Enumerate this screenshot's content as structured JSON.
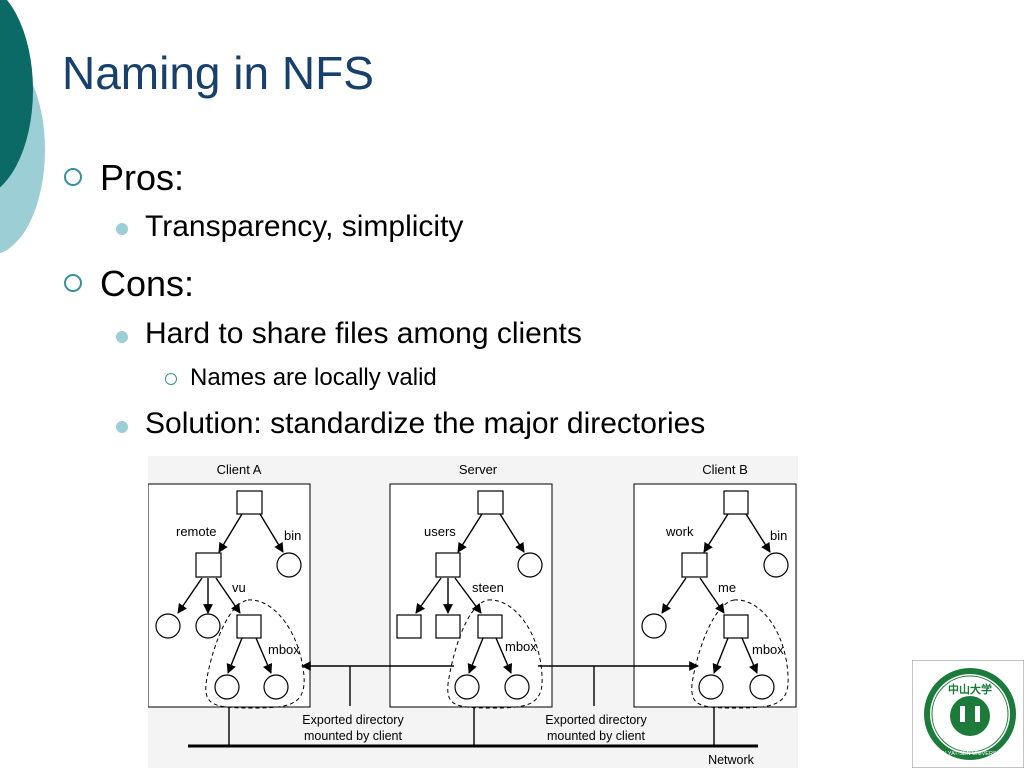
{
  "slide": {
    "title": "Naming in NFS",
    "bullets": {
      "pros": "Pros:",
      "pros_item": "Transparency, simplicity",
      "cons": "Cons:",
      "cons_item1": "Hard to share files among clients",
      "cons_item1_sub": "Names are locally valid",
      "cons_item2": "Solution: standardize the major directories"
    }
  },
  "diagram": {
    "client_a": "Client A",
    "server": "Server",
    "client_b": "Client B",
    "labels": {
      "a_remote": "remote",
      "a_bin": "bin",
      "a_vu": "vu",
      "a_mbox": "mbox",
      "s_users": "users",
      "s_steen": "steen",
      "s_mbox": "mbox",
      "b_work": "work",
      "b_bin": "bin",
      "b_me": "me",
      "b_mbox": "mbox"
    },
    "exported_left": [
      "Exported directory",
      "mounted by client"
    ],
    "exported_right": [
      "Exported directory",
      "mounted by client"
    ],
    "network": "Network"
  },
  "logo": {
    "text": "SUN YAT-SEN UNIVERSITY",
    "chinese": "中山大学"
  },
  "colors": {
    "title": "#17406d",
    "accent_dark": "#0b6a66",
    "accent_light": "#9ccfd5",
    "logo_green": "#1c7a3a"
  }
}
